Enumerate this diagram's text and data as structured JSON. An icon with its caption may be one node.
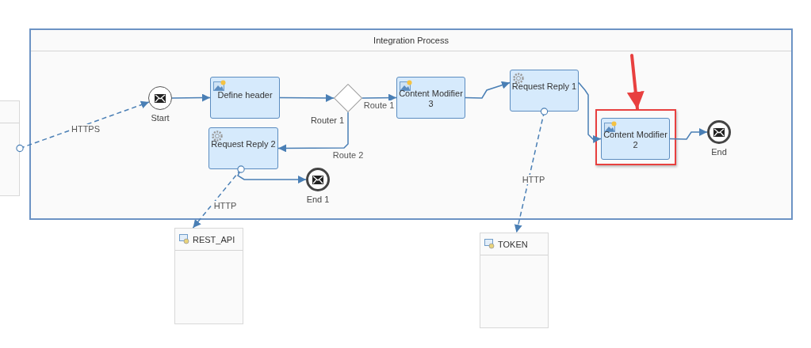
{
  "diagram": {
    "nodes": [
      {
        "text": [
          "Integration Process"
        ]
      },
      {
        "text": [],
        "shape": "box"
      },
      {
        "text": [],
        "shape": "circle",
        "in": 0,
        "beside": [
          "Start"
        ]
      },
      {
        "text": [
          "Define header"
        ],
        "in": 0
      },
      {
        "text": [],
        "shape": "diamond",
        "in": 0,
        "beside": [
          "Router 1"
        ]
      },
      {
        "text": [
          "Content Modifier 3"
        ],
        "in": 0
      },
      {
        "text": [
          "Request Reply 1"
        ],
        "in": 0
      },
      {
        "text": [
          "Request Reply 2"
        ],
        "in": 0
      },
      {
        "text": [],
        "shape": "circle",
        "in": 0,
        "beside": [
          "End 1"
        ]
      },
      {
        "text": [],
        "shape": "box",
        "in": 0
      },
      {
        "text": [
          "Content Modifier 2"
        ],
        "in": 9
      },
      {
        "text": [],
        "shape": "circle",
        "in": 0,
        "beside": [
          "End"
        ]
      },
      {
        "text": [
          "REST_API"
        ]
      },
      {
        "text": [
          "TOKEN"
        ]
      }
    ],
    "edges": [
      {
        "from": 1,
        "to": 2,
        "arrow": "to",
        "label": "HTTPS",
        "style": "dashed"
      },
      {
        "from": 2,
        "to": 3,
        "arrow": "to"
      },
      {
        "from": 3,
        "to": 4,
        "arrow": "to"
      },
      {
        "from": 4,
        "to": 5,
        "arrow": "to",
        "label": "Route 1"
      },
      {
        "from": 4,
        "to": 7,
        "arrow": "to",
        "label": "Route 2"
      },
      {
        "from": 5,
        "to": 6,
        "arrow": "to"
      },
      {
        "from": 6,
        "to": 10,
        "arrow": "to"
      },
      {
        "from": 10,
        "to": 11,
        "arrow": "to"
      },
      {
        "from": 7,
        "to": 8,
        "arrow": "to"
      },
      {
        "from": 7,
        "to": 12,
        "arrow": "to",
        "label": "HTTP",
        "style": "dashed"
      },
      {
        "from": 6,
        "to": 13,
        "arrow": "to",
        "label": "HTTP",
        "style": "dashed"
      },
      {
        "from": null,
        "to": 9,
        "arrow": "to",
        "style": "thick",
        "color": "#e8403f"
      }
    ]
  }
}
